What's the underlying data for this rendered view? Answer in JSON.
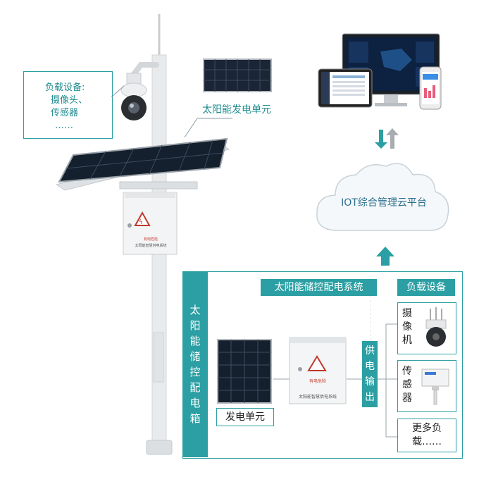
{
  "load_callout": {
    "title": "负载设备:",
    "items": [
      "摄像头、",
      "传感器",
      "……"
    ]
  },
  "solar_unit_label": "太阳能发电单元",
  "cabinet_sign_top": "有电危险",
  "cabinet_sign_bottom": "太阳能智慧供电系统",
  "cloud_label": "IOT综合管理云平台",
  "system_box": {
    "side_title": [
      "太",
      "阳",
      "能",
      "储",
      "控",
      "配",
      "电",
      "箱"
    ],
    "header": "太阳能储控配电系统",
    "load_header": "负载设备",
    "gen_unit": "发电单元",
    "cabinet_sign_top": "有电危险",
    "cabinet_sign_bottom": "太阳能智慧供电系统",
    "power_out": [
      "供",
      "电",
      "输",
      "出"
    ],
    "loads": [
      {
        "name": [
          "摄",
          "像",
          "机"
        ]
      },
      {
        "name": [
          "传",
          "感",
          "器"
        ]
      },
      {
        "name_lines": [
          "更多负",
          "载……"
        ]
      }
    ]
  },
  "colors": {
    "accent": "#2b9fa3",
    "accent_dark": "#1f8c8f"
  }
}
